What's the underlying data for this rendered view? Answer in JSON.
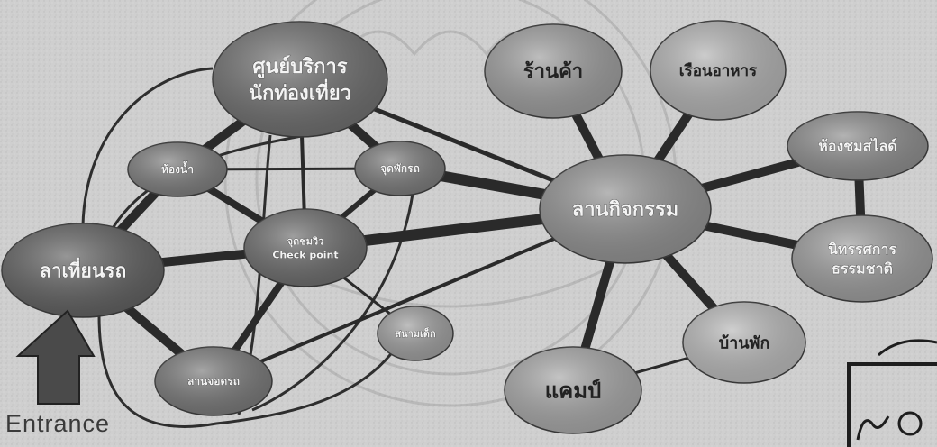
{
  "diagram": {
    "entrance_label": "Entrance",
    "nodes": [
      {
        "id": "tourist_center",
        "label_lines": [
          "ศูนย์บริการ",
          "นักท่องเที่ยว"
        ],
        "fill": "#6c6c6c"
      },
      {
        "id": "gate",
        "label_lines": [
          "ลาเที่ยนรถ"
        ],
        "fill": "#5e5e5e"
      },
      {
        "id": "small_left",
        "label_lines": [
          "ห้องน้ำ"
        ],
        "fill": "#7a7a7a"
      },
      {
        "id": "small_mid",
        "label_lines": [
          "จุดพักรถ"
        ],
        "fill": "#787878"
      },
      {
        "id": "central_left",
        "label_lines": [
          "จุดชมวิว",
          "Check point"
        ],
        "fill": "#6a6a6a"
      },
      {
        "id": "small_lower",
        "label_lines": [
          "ลานจอดรถ"
        ],
        "fill": "#767676"
      },
      {
        "id": "small_right_low",
        "label_lines": [
          "สนามเด็ก"
        ],
        "fill": "#9c9c9c"
      },
      {
        "id": "shop",
        "label_lines": [
          "ร้านค้า"
        ],
        "fill": "#9a9a9a"
      },
      {
        "id": "restaurant",
        "label_lines": [
          "เรือนอาหาร"
        ],
        "fill": "#b0b0b0"
      },
      {
        "id": "activity_yard",
        "label_lines": [
          "ลานกิจกรรม"
        ],
        "fill": "#8f8f8f"
      },
      {
        "id": "meeting_room",
        "label_lines": [
          "ห้องชมสไลด์"
        ],
        "fill": "#8a8a8a"
      },
      {
        "id": "exhibition",
        "label_lines": [
          "นิทรรศการ",
          "ธรรมชาติ"
        ],
        "fill": "#9a9a9a"
      },
      {
        "id": "house",
        "label_lines": [
          "บ้านพัก"
        ],
        "fill": "#b6b6b6"
      },
      {
        "id": "camp",
        "label_lines": [
          "แคมป์"
        ],
        "fill": "#a4a4a4"
      }
    ]
  }
}
